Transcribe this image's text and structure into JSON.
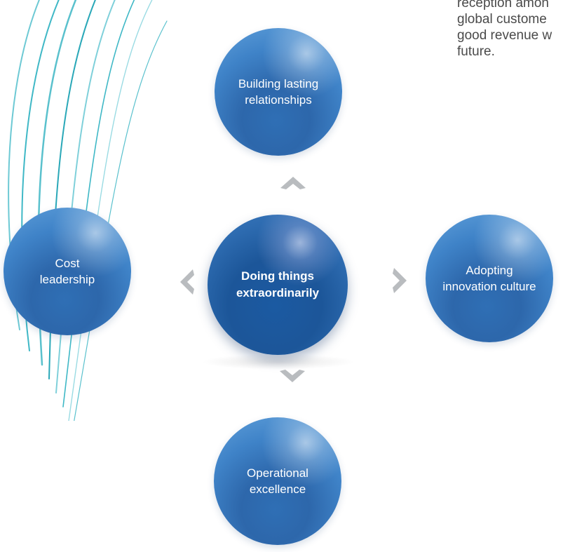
{
  "snippet_lines": [
    "reception amon",
    "global custome",
    "good revenue w",
    "future."
  ],
  "center": {
    "line1": "Doing things",
    "line2": "extraordinarily"
  },
  "nodes": {
    "top": {
      "line1": "Building lasting",
      "line2": "relationships"
    },
    "left": {
      "line1": "Cost",
      "line2": "leadership"
    },
    "right": {
      "line1": "Adopting",
      "line2": "innovation culture"
    },
    "bottom": {
      "line1": "Operational",
      "line2": "excellence"
    }
  },
  "colors": {
    "sphere_blue": "#3f83c8",
    "center_blue": "#1c5699",
    "arrow_gray": "#b9bcbf",
    "swirl_teal": "#3fb8c6",
    "text_gray": "#4a4a4a"
  }
}
